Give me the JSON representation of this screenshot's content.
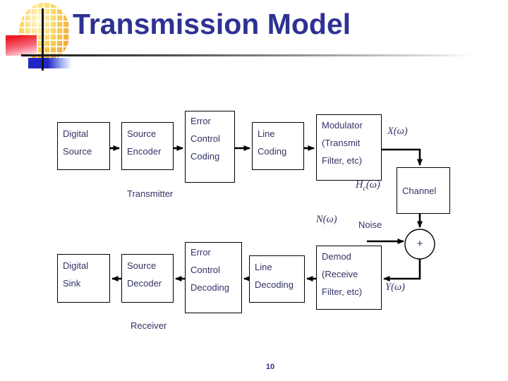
{
  "slide": {
    "title": "Transmission Model",
    "page_number": "10"
  },
  "colors": {
    "title_text": "#2e3192",
    "body_text": "#333366",
    "arrow": "#000000",
    "logo_gold": "#ef9f2b",
    "logo_red": "#ed1c24",
    "logo_blue": "#2127c4"
  },
  "diagram": {
    "boxes": {
      "digital_source": {
        "lines": [
          "Digital",
          "Source"
        ]
      },
      "source_encoder": {
        "lines": [
          "Source",
          "Encoder"
        ]
      },
      "error_control_coding": {
        "lines": [
          "Error",
          "Control",
          "Coding"
        ]
      },
      "line_coding": {
        "lines": [
          "Line",
          "Coding"
        ]
      },
      "modulator": {
        "lines": [
          "Modulator",
          "(Transmit",
          "Filter, etc)"
        ]
      },
      "channel": {
        "lines": [
          "Channel"
        ]
      },
      "digital_sink": {
        "lines": [
          "Digital",
          "Sink"
        ]
      },
      "source_decoder": {
        "lines": [
          "Source",
          "Decoder"
        ]
      },
      "error_control_decoding": {
        "lines": [
          "Error",
          "Control",
          "Decoding"
        ]
      },
      "line_decoding": {
        "lines": [
          "Line",
          "Decoding"
        ]
      },
      "demod": {
        "lines": [
          "Demod",
          "(Receive",
          "Filter, etc)"
        ]
      }
    },
    "labels": {
      "transmitter": "Transmitter",
      "receiver": "Receiver",
      "noise": "Noise",
      "x_signal": "X(ω)",
      "hc_base": "H",
      "hc_sub": "c",
      "hc_args": "(ω)",
      "n_signal": "N(ω)",
      "y_signal": "Y(ω)",
      "sum_symbol": "+"
    }
  }
}
